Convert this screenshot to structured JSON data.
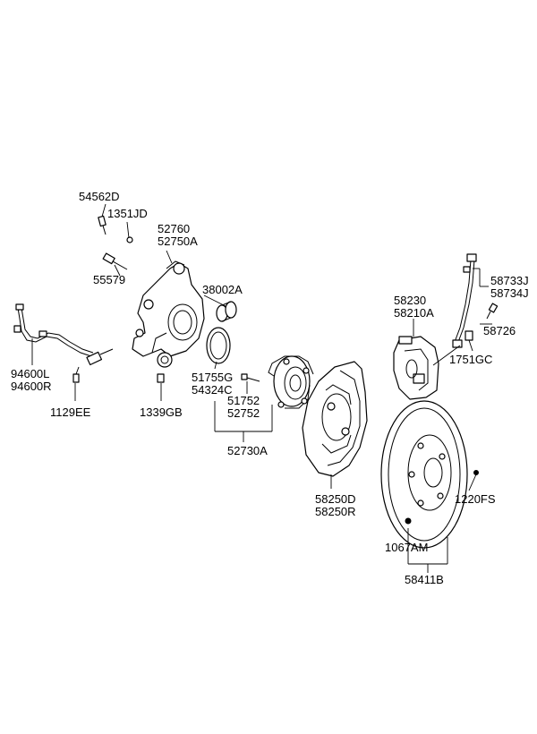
{
  "labels": {
    "p54562D": "54562D",
    "p1351JD": "1351JD",
    "p52760": "52760",
    "p52750A": "52750A",
    "p55579": "55579",
    "p38002A": "38002A",
    "p94600L": "94600L",
    "p94600R": "94600R",
    "p1129EE": "1129EE",
    "p1339GB": "1339GB",
    "p51755G": "51755G",
    "p54324C": "54324C",
    "p51752": "51752",
    "p52752": "52752",
    "p52730A": "52730A",
    "p58230": "58230",
    "p58210A": "58210A",
    "p58733J": "58733J",
    "p58734J": "58734J",
    "p58726": "58726",
    "p1751GC": "1751GC",
    "p58250D": "58250D",
    "p58250R": "58250R",
    "p1220FS": "1220FS",
    "p1067AM": "1067AM",
    "p58411B": "58411B"
  }
}
